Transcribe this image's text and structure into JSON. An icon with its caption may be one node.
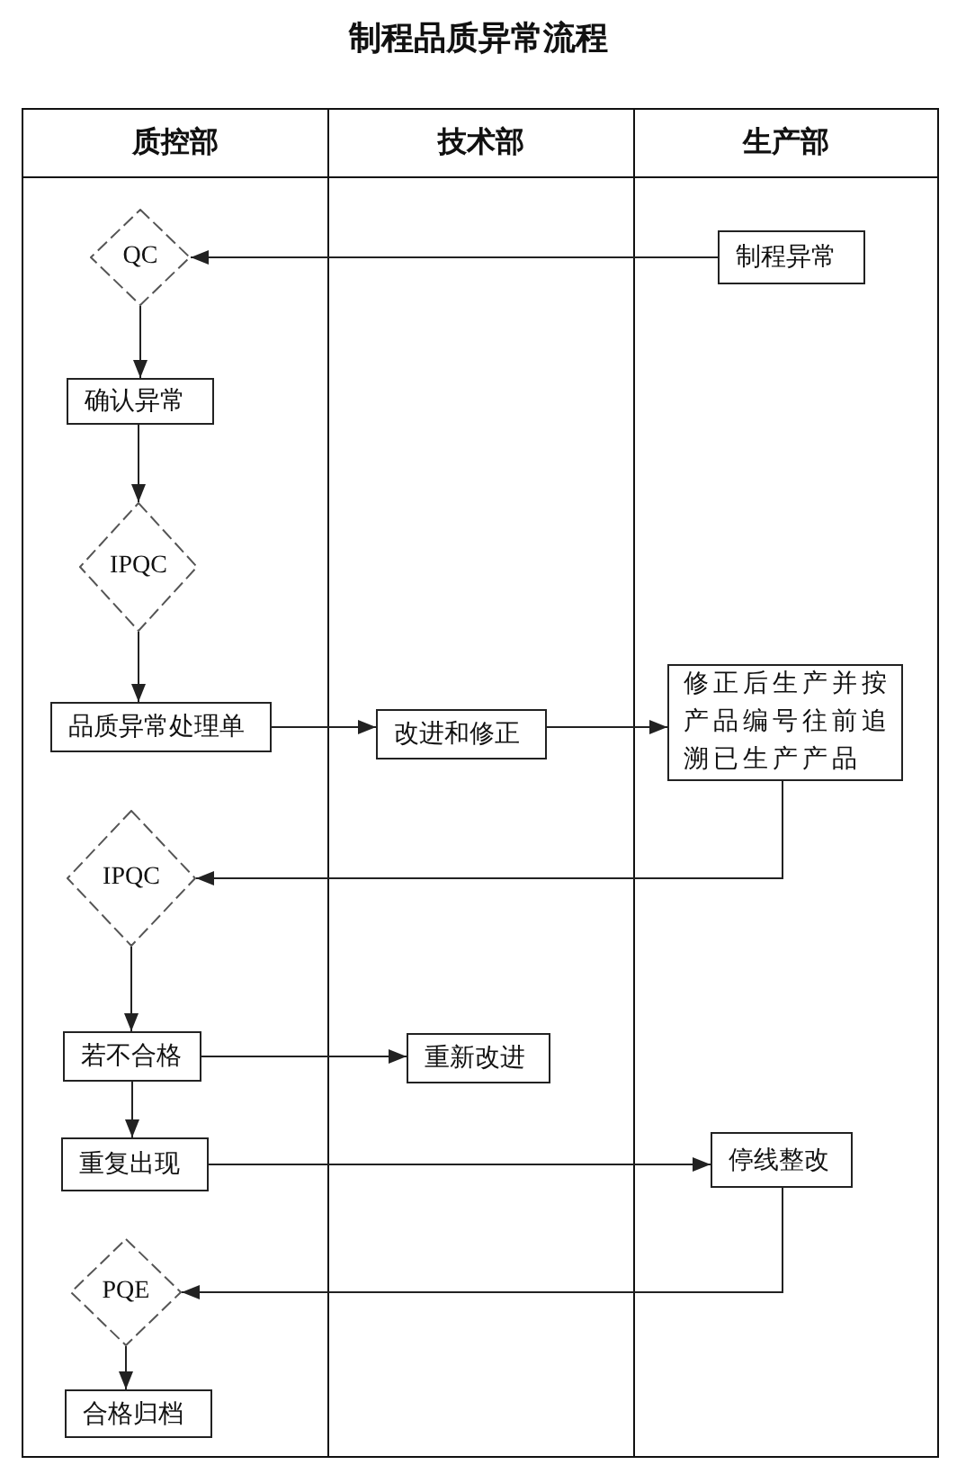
{
  "diagram": {
    "title": "制程品质异常流程",
    "nodes": [
      {
        "text": [
          "质控部"
        ]
      },
      {
        "text": [
          "技术部"
        ]
      },
      {
        "text": [
          "生产部"
        ]
      },
      {
        "text": [
          "QC"
        ],
        "in": 0
      },
      {
        "text": [
          "制程异常"
        ],
        "in": 2
      },
      {
        "text": [
          "确认异常"
        ],
        "in": 0
      },
      {
        "text": [
          "IPQC"
        ],
        "in": 0
      },
      {
        "text": [
          "品质异常处理单"
        ],
        "in": 0
      },
      {
        "text": [
          "改进和修正"
        ],
        "in": 1
      },
      {
        "text": [
          "修正后生产并按产品编号往前追溯已生产产品"
        ],
        "in": 2
      },
      {
        "text": [
          "IPQC"
        ],
        "in": 0
      },
      {
        "text": [
          "若不合格"
        ],
        "in": 0
      },
      {
        "text": [
          "重新改进"
        ],
        "in": 1
      },
      {
        "text": [
          "重复出现"
        ],
        "in": 0
      },
      {
        "text": [
          "停线整改"
        ],
        "in": 2
      },
      {
        "text": [
          "PQE"
        ],
        "in": 0
      },
      {
        "text": [
          "合格归档"
        ],
        "in": 0
      }
    ],
    "edges": [
      {
        "from": 4,
        "to": 3,
        "arrow": "to"
      },
      {
        "from": 3,
        "to": 5,
        "arrow": "to"
      },
      {
        "from": 5,
        "to": 6,
        "arrow": "to"
      },
      {
        "from": 6,
        "to": 7,
        "arrow": "to"
      },
      {
        "from": 7,
        "to": 8,
        "arrow": "to"
      },
      {
        "from": 8,
        "to": 9,
        "arrow": "to"
      },
      {
        "from": 9,
        "to": 10,
        "arrow": "to"
      },
      {
        "from": 10,
        "to": 11,
        "arrow": "to"
      },
      {
        "from": 11,
        "to": 12,
        "arrow": "to"
      },
      {
        "from": 11,
        "to": 13,
        "arrow": "to"
      },
      {
        "from": 13,
        "to": 14,
        "arrow": "to"
      },
      {
        "from": 14,
        "to": 15,
        "arrow": "to"
      },
      {
        "from": 15,
        "to": 16,
        "arrow": "to"
      }
    ]
  }
}
